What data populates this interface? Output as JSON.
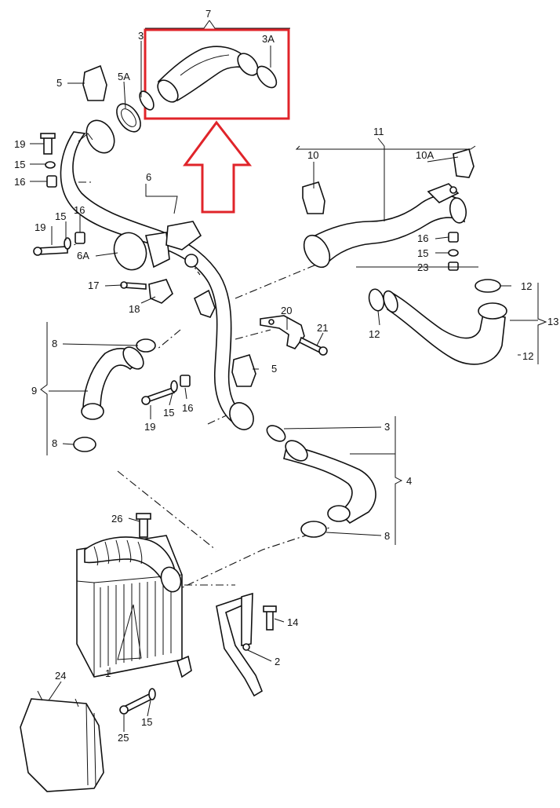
{
  "labels": {
    "l7": "7",
    "l3a_top": "3",
    "l3A": "3A",
    "l5_top": "5",
    "l5A": "5A",
    "l19_a": "19",
    "l15_a": "15",
    "l16_a": "16",
    "l6": "6",
    "l15_b": "15",
    "l16_b": "16",
    "l19_b": "19",
    "l6A": "6A",
    "l17": "17",
    "l18": "18",
    "l11": "11",
    "l10": "10",
    "l10A": "10A",
    "l16_c": "16",
    "l15_c": "15",
    "l23": "23",
    "l12_a": "12",
    "l12_b": "12",
    "l13": "13",
    "l12_c": "12",
    "l20": "20",
    "l21": "21",
    "l5_mid": "5",
    "l8_a": "8",
    "l9": "9",
    "l8_b": "8",
    "l19_c": "19",
    "l15_d": "15",
    "l16_d": "16",
    "l3_mid": "3",
    "l4": "4",
    "l8_c": "8",
    "l26": "26",
    "l14": "14",
    "l2": "2",
    "l1": "1",
    "l24": "24",
    "l15_e": "15",
    "l25": "25"
  },
  "highlight": {
    "color": "#e0242a"
  }
}
